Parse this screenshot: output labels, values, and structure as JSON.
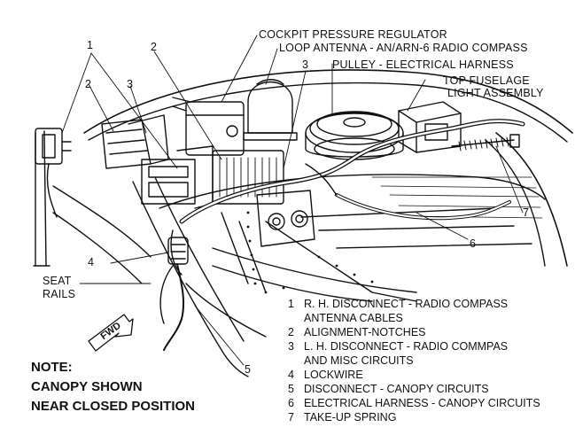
{
  "callouts": {
    "cockpit_pressure_regulator": "COCKPIT PRESSURE REGULATOR",
    "loop_antenna": "LOOP ANTENNA - AN/ARN-6 RADIO COMPASS",
    "pulley_harness": "PULLEY - ELECTRICAL HARNESS",
    "top_fuselage_1": "TOP FUSELAGE",
    "top_fuselage_2": "LIGHT ASSEMBLY",
    "seat_rails_1": "SEAT",
    "seat_rails_2": "RAILS",
    "fwd": "FWD"
  },
  "numbers": {
    "n1_left": "1",
    "n2_left": "2",
    "n3_left": "3",
    "n2_top": "2",
    "n3_top": "3",
    "n4": "4",
    "n5": "5",
    "n6": "6",
    "n7": "7"
  },
  "legend": [
    {
      "num": "1",
      "text": "R. H. DISCONNECT - RADIO COMPASS"
    },
    {
      "num": "",
      "text": "ANTENNA CABLES"
    },
    {
      "num": "2",
      "text": "ALIGNMENT-NOTCHES"
    },
    {
      "num": "3",
      "text": "L. H. DISCONNECT - RADIO COMMPAS"
    },
    {
      "num": "",
      "text": "AND MISC CIRCUITS"
    },
    {
      "num": "4",
      "text": "LOCKWIRE"
    },
    {
      "num": "5",
      "text": "DISCONNECT - CANOPY CIRCUITS"
    },
    {
      "num": "6",
      "text": "ELECTRICAL HARNESS - CANOPY CIRCUITS"
    },
    {
      "num": "7",
      "text": "TAKE-UP SPRING"
    }
  ],
  "note": {
    "line1": "NOTE:",
    "line2": "CANOPY SHOWN",
    "line3": "NEAR CLOSED POSITION"
  }
}
